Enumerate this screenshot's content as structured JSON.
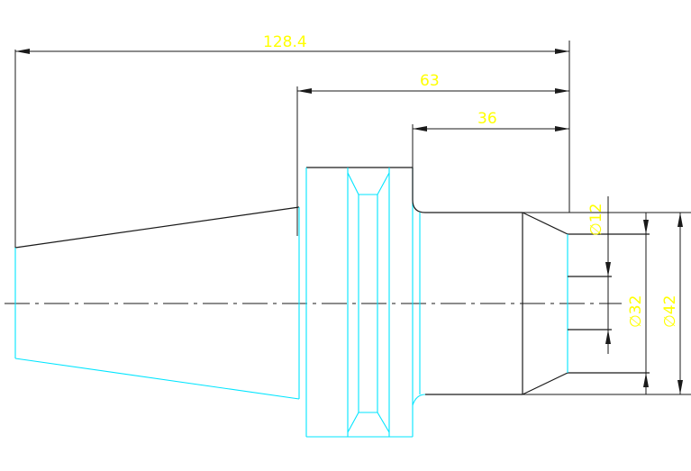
{
  "dimensions": {
    "overall_length": "128.4",
    "flange_to_end": "63",
    "shank_length": "36",
    "bore_diameter": "∅12",
    "tip_diameter": "∅32",
    "shank_diameter": "∅42"
  },
  "colors": {
    "background": "#ffffff",
    "outline": "#1a1a1a",
    "profile": "#00e5ff",
    "dimension_text": "#ffff00"
  }
}
